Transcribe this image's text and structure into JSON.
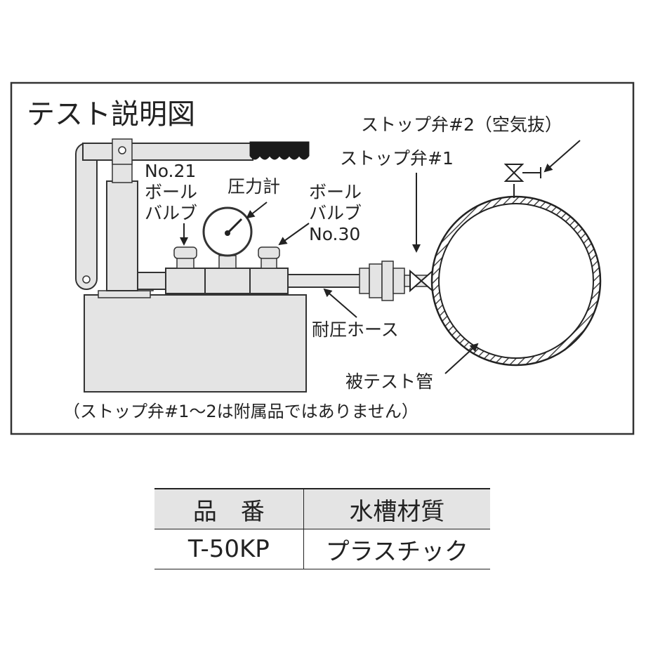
{
  "diagram": {
    "title": "テスト説明図",
    "labels": {
      "stop_valve_2": "ストップ弁#2（空気抜）",
      "stop_valve_1": "ストップ弁#1",
      "ball_valve_21_line1": "No.21",
      "ball_valve_21_line2": "ボール",
      "ball_valve_21_line3": "バルブ",
      "pressure_gauge": "圧力計",
      "ball_valve_30_line1": "ボール",
      "ball_valve_30_line2": "バルブ",
      "ball_valve_30_line3": "No.30",
      "pressure_hose": "耐圧ホース",
      "test_pipe": "被テスト管",
      "note": "（ストップ弁#1～2は附属品ではありません）"
    }
  },
  "spec_table": {
    "headers": [
      "品　番",
      "水槽材質"
    ],
    "rows": [
      [
        "T-50KP",
        "プラスチック"
      ]
    ]
  }
}
